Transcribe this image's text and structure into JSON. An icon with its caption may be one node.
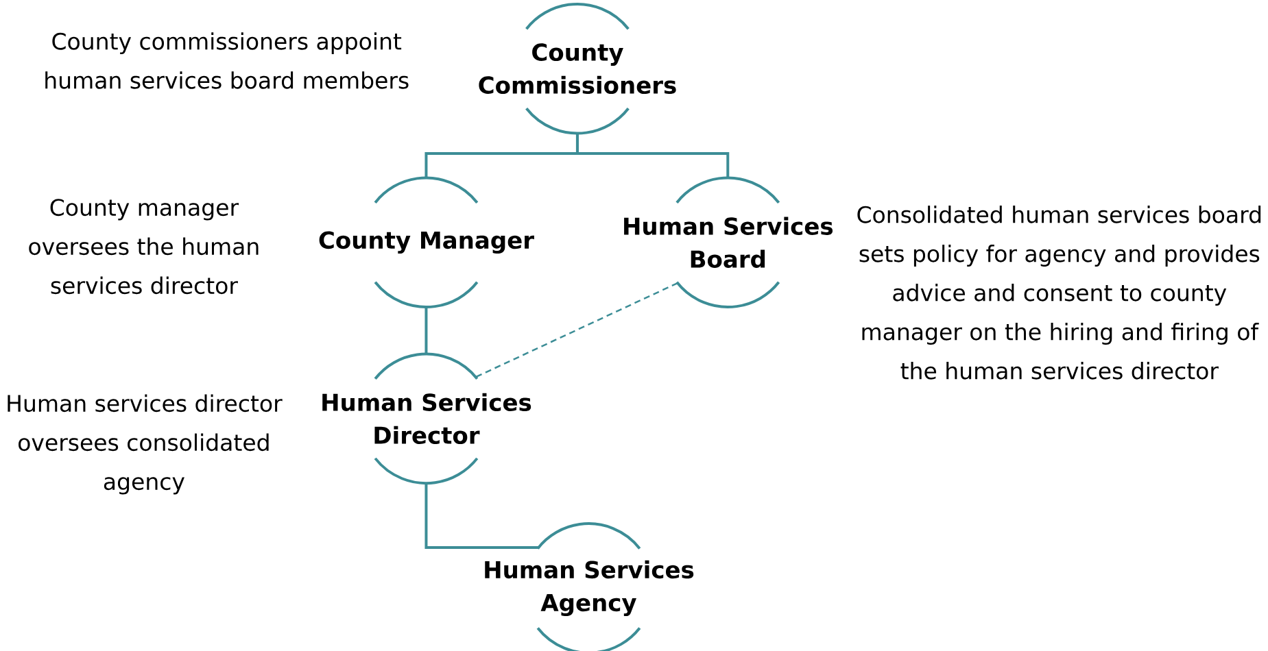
{
  "diagram": {
    "nodes": [
      {
        "text": [
          "County Commissioners"
        ]
      },
      {
        "text": [
          "County Manager"
        ]
      },
      {
        "text": [
          "Human Services Board"
        ]
      },
      {
        "text": [
          "Human Services Director"
        ]
      },
      {
        "text": [
          "Human Services Agency"
        ]
      }
    ],
    "edges": [
      {
        "from": 0,
        "to": 1,
        "arrow": "none"
      },
      {
        "from": 0,
        "to": 2,
        "arrow": "none"
      },
      {
        "from": 1,
        "to": 3,
        "arrow": "none"
      },
      {
        "from": 2,
        "to": 3,
        "arrow": "none",
        "style": "dashed"
      },
      {
        "from": 3,
        "to": 4,
        "arrow": "none"
      }
    ],
    "labels": [
      "County commissioners appoint human services board members",
      "County manager oversees the human services director",
      "Consolidated human services board sets policy for agency and provides advice and consent to county manager on the hiring and firing of the human services director",
      "Human services director oversees consolidated agency"
    ]
  }
}
